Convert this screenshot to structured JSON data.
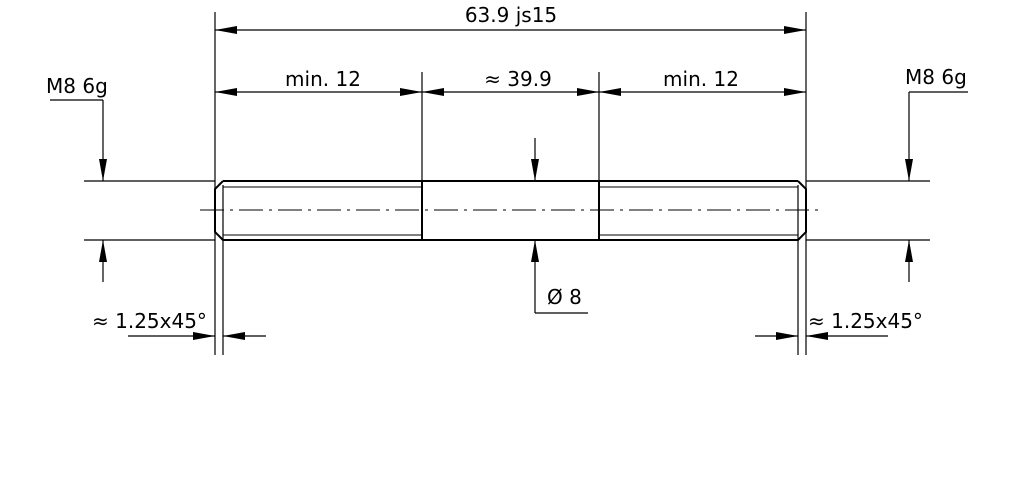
{
  "dimensions": {
    "overall_length": "63.9 js15",
    "thread_length_left": "min. 12",
    "shank_length": "≈ 39.9",
    "thread_length_right": "min. 12",
    "diameter": "Ø 8",
    "chamfer_left": "≈ 1.25x45°",
    "chamfer_right": "≈ 1.25x45°"
  },
  "thread": {
    "left_spec": "M8 6g",
    "right_spec": "M8 6g"
  }
}
